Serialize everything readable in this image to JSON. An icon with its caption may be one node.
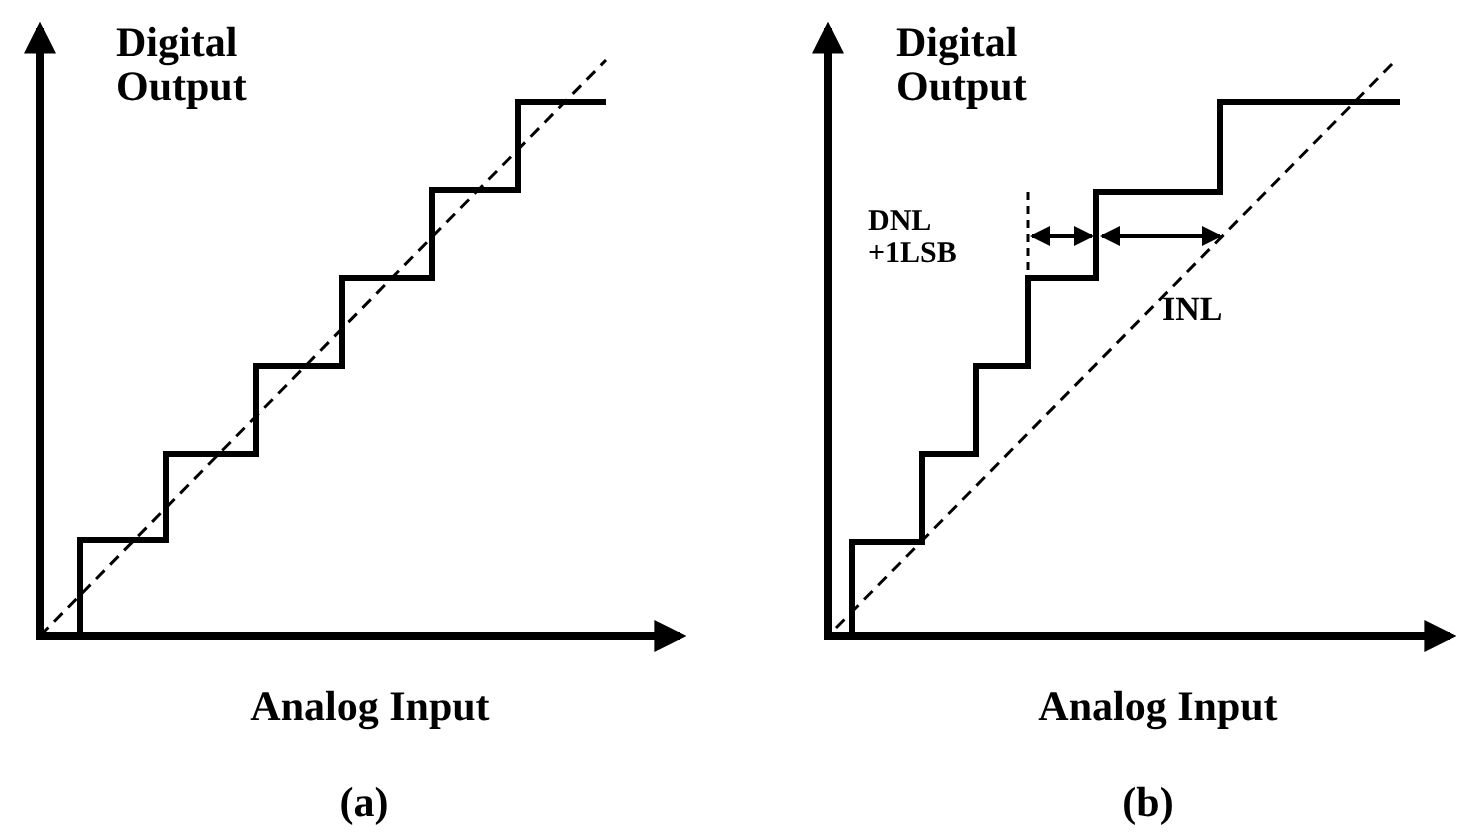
{
  "diagram": {
    "labels": [
      "Digital Output",
      "Analog Input",
      "(a)",
      "Digital Output",
      "DNL +1LSB",
      "INL",
      "Analog Input",
      "(b)"
    ]
  }
}
